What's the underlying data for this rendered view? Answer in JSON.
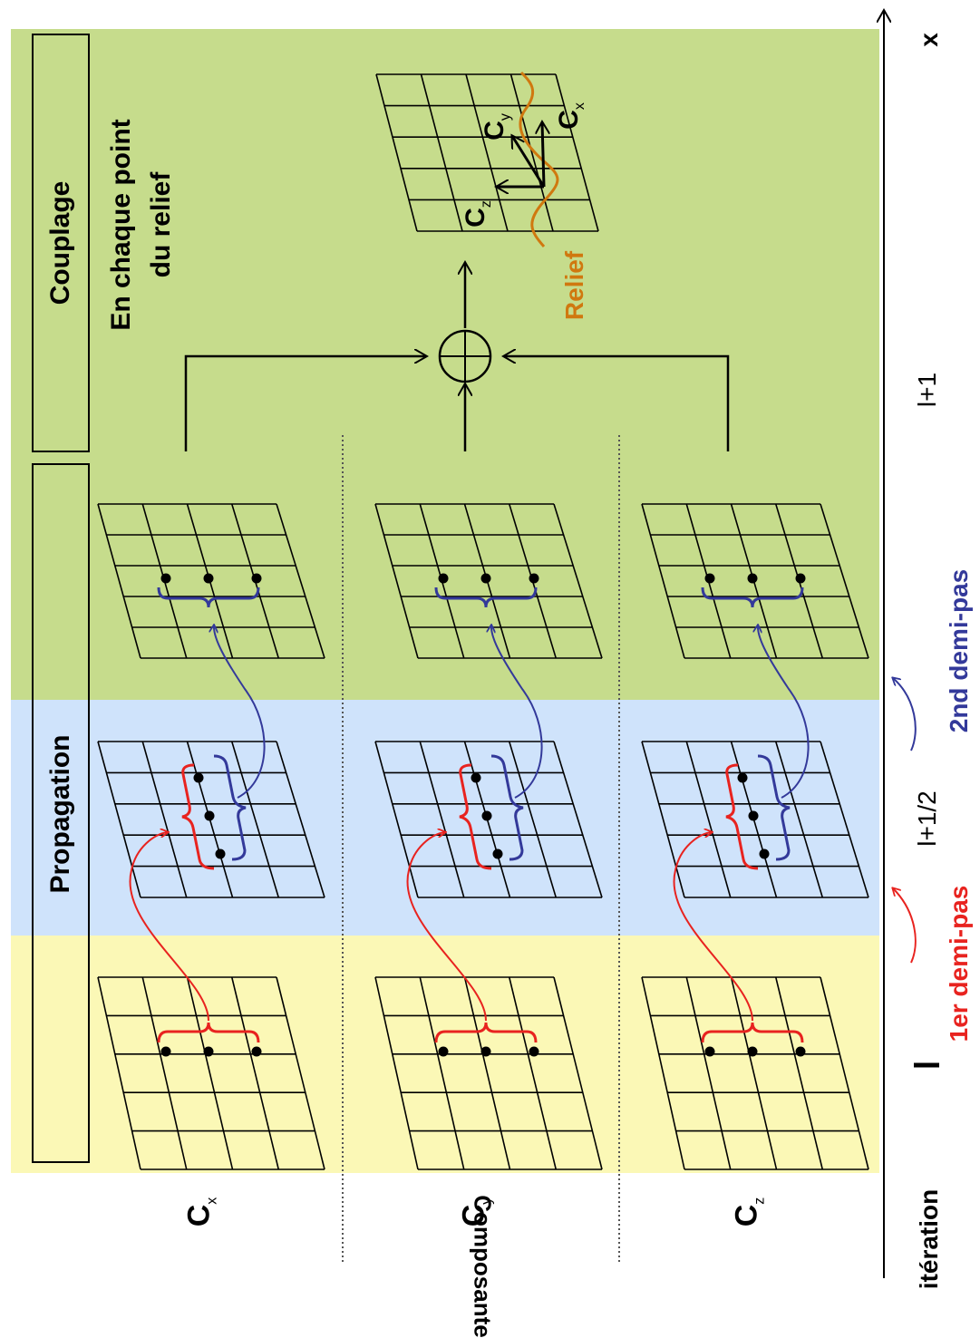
{
  "colors": {
    "yellow_band": "#fbf8b6",
    "blue_band": "#cfe3fb",
    "green_band": "#c6dc8c",
    "red_arrow": "#e8231f",
    "blue_arrow": "#33399a",
    "relief": "#d0780f"
  },
  "headers": {
    "propagation": "Propagation",
    "couplage": "Couplage"
  },
  "couplage_note": {
    "line1": "En chaque point",
    "line2": "du relief"
  },
  "axis": {
    "iteration_label": "itération",
    "x_label": "x",
    "ticks": [
      "l",
      "l+1/2",
      "l+1"
    ]
  },
  "legend": {
    "first_half": "1er demi-pas",
    "second_half": "2nd demi-pas"
  },
  "components": {
    "side_label": "Composante",
    "rows": [
      "C",
      "C",
      "C"
    ],
    "subscripts": [
      "x",
      "y",
      "z"
    ]
  },
  "coupling_vectors": {
    "cx": "C",
    "cx_sub": "x",
    "cy": "C",
    "cy_sub": "y",
    "cz": "C",
    "cz_sub": "z",
    "relief_label": "Relief"
  }
}
